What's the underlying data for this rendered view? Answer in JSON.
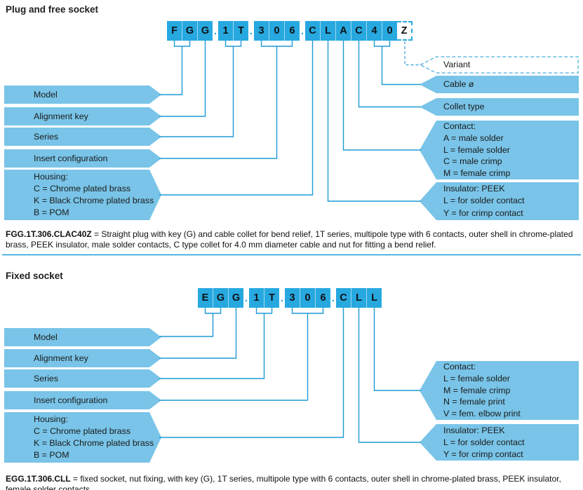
{
  "colors": {
    "box_blue": "#27a9e0",
    "banner_blue": "#79c4e8",
    "line_blue": "#1e9ad6"
  },
  "sections": [
    {
      "heading": "Plug and free socket",
      "part_number": {
        "separator": ".",
        "groups": [
          {
            "cells": [
              "F",
              "G",
              "G"
            ]
          },
          {
            "cells": [
              "1",
              "T"
            ]
          },
          {
            "cells": [
              "3",
              "0",
              "6"
            ]
          },
          {
            "cells": [
              "C",
              "L",
              "A",
              "C",
              "4",
              "0"
            ]
          }
        ],
        "variant_cell": "Z"
      },
      "left_labels": [
        {
          "lines": [
            "Model"
          ]
        },
        {
          "lines": [
            "Alignment key"
          ]
        },
        {
          "lines": [
            "Series"
          ]
        },
        {
          "lines": [
            "Insert configuration"
          ]
        },
        {
          "lines": [
            "Housing:",
            "C = Chrome plated brass",
            "K = Black Chrome plated brass",
            "B = POM"
          ]
        }
      ],
      "right_labels": [
        {
          "lines": [
            "Variant"
          ]
        },
        {
          "lines": [
            "Cable ø"
          ]
        },
        {
          "lines": [
            "Collet type"
          ]
        },
        {
          "lines": [
            "Contact:",
            "A = male solder",
            "L = female solder",
            "C = male crimp",
            "M = female crimp"
          ]
        },
        {
          "lines": [
            "Insulator: PEEK",
            "L = for solder contact",
            "Y = for crimp contact"
          ]
        }
      ],
      "description": {
        "code": "FGG.1T.306.CLAC40Z",
        "text": " = Straight plug with key (G) and cable collet for bend relief, 1T series, multipole type with 6 contacts, outer shell in chrome-plated brass, PEEK insulator, male solder contacts, C type collet for 4.0 mm diameter cable and nut for fitting a bend relief."
      }
    },
    {
      "heading": "Fixed socket",
      "part_number": {
        "separator": ".",
        "groups": [
          {
            "cells": [
              "E",
              "G",
              "G"
            ]
          },
          {
            "cells": [
              "1",
              "T"
            ]
          },
          {
            "cells": [
              "3",
              "0",
              "6"
            ]
          },
          {
            "cells": [
              "C",
              "L",
              "L"
            ]
          }
        ]
      },
      "left_labels": [
        {
          "lines": [
            "Model"
          ]
        },
        {
          "lines": [
            "Alignment key"
          ]
        },
        {
          "lines": [
            "Series"
          ]
        },
        {
          "lines": [
            "Insert configuration"
          ]
        },
        {
          "lines": [
            "Housing:",
            "C = Chrome plated brass",
            "K = Black Chrome plated brass",
            "B = POM"
          ]
        }
      ],
      "right_labels": [
        {
          "lines": [
            "Contact:",
            "L = female solder",
            "M = female crimp",
            "N = female print",
            "V = fem. elbow print"
          ]
        },
        {
          "lines": [
            "Insulator: PEEK",
            "L = for solder contact",
            "Y = for crimp contact"
          ]
        }
      ],
      "description": {
        "code": "EGG.1T.306.CLL",
        "text": " = fixed socket, nut fixing, with key (G), 1T series, multipole type with 6 contacts, outer shell in chrome-plated brass, PEEK insulator, female solder contacts."
      }
    }
  ]
}
